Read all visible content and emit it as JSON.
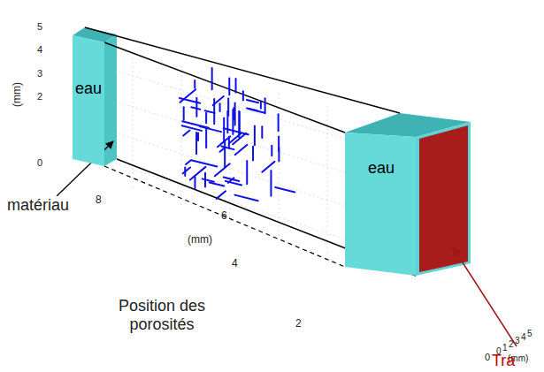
{
  "diagram": {
    "nodes": [
      {
        "text": [
          "eau"
        ]
      },
      {
        "text": [
          "eau"
        ]
      }
    ],
    "labels": [
      "5",
      "4",
      "3",
      "2",
      "0",
      "(mm)",
      "8",
      "6",
      "4",
      "2",
      "(mm)",
      "0",
      "0",
      "1",
      "2",
      "3",
      "4",
      "5",
      "(mm)",
      "matériau",
      "Position des porosités",
      "Tra"
    ]
  }
}
